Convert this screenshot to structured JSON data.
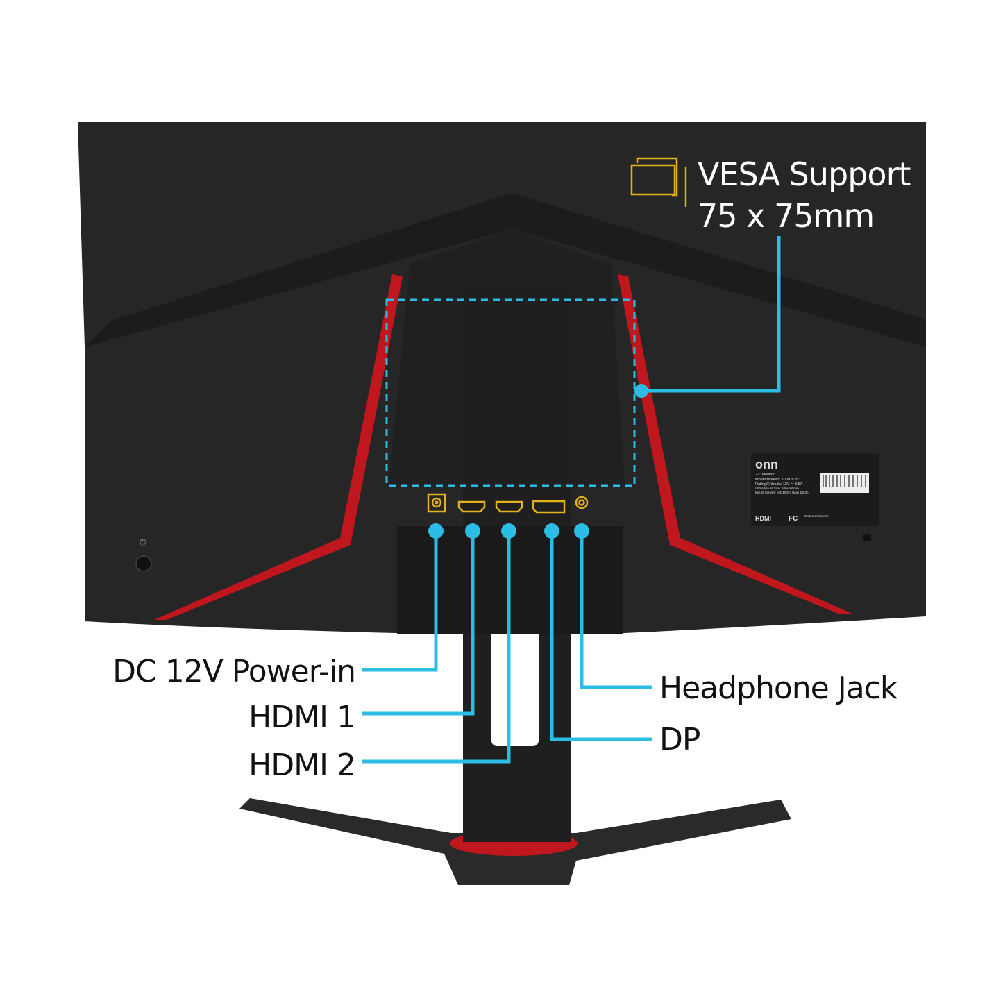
{
  "callouts": {
    "vesa": {
      "line1": "VESA Support",
      "line2": "75 x 75mm"
    },
    "dc_power": "DC 12V Power-in",
    "hdmi1": "HDMI 1",
    "hdmi2": "HDMI 2",
    "headphone": "Headphone Jack",
    "dp": "DP"
  },
  "sticker": {
    "brand": "onn",
    "lines": [
      "27\" Monitor",
      "Model/Modelo: 100025283",
      "Rating/Entrada: 12V ⎓ 3.5A",
      "VESA Mount Size: 100x100mm",
      "Mount Screws: M4x10mm (Max Depth)"
    ],
    "hdmi_logo": "HDMI",
    "fcc_logo": "FC",
    "service": "Customer Service"
  },
  "icons": [
    "vesa-mount-icon",
    "dc-port-icon",
    "hdmi-port-icon",
    "hdmi-port-icon",
    "displayport-icon",
    "headphone-jack-icon",
    "power-button-icon"
  ],
  "colors": {
    "callout": "#2bbde6",
    "port_icon": "#e3b11c",
    "accent": "#c0161e",
    "body": "#262626"
  }
}
